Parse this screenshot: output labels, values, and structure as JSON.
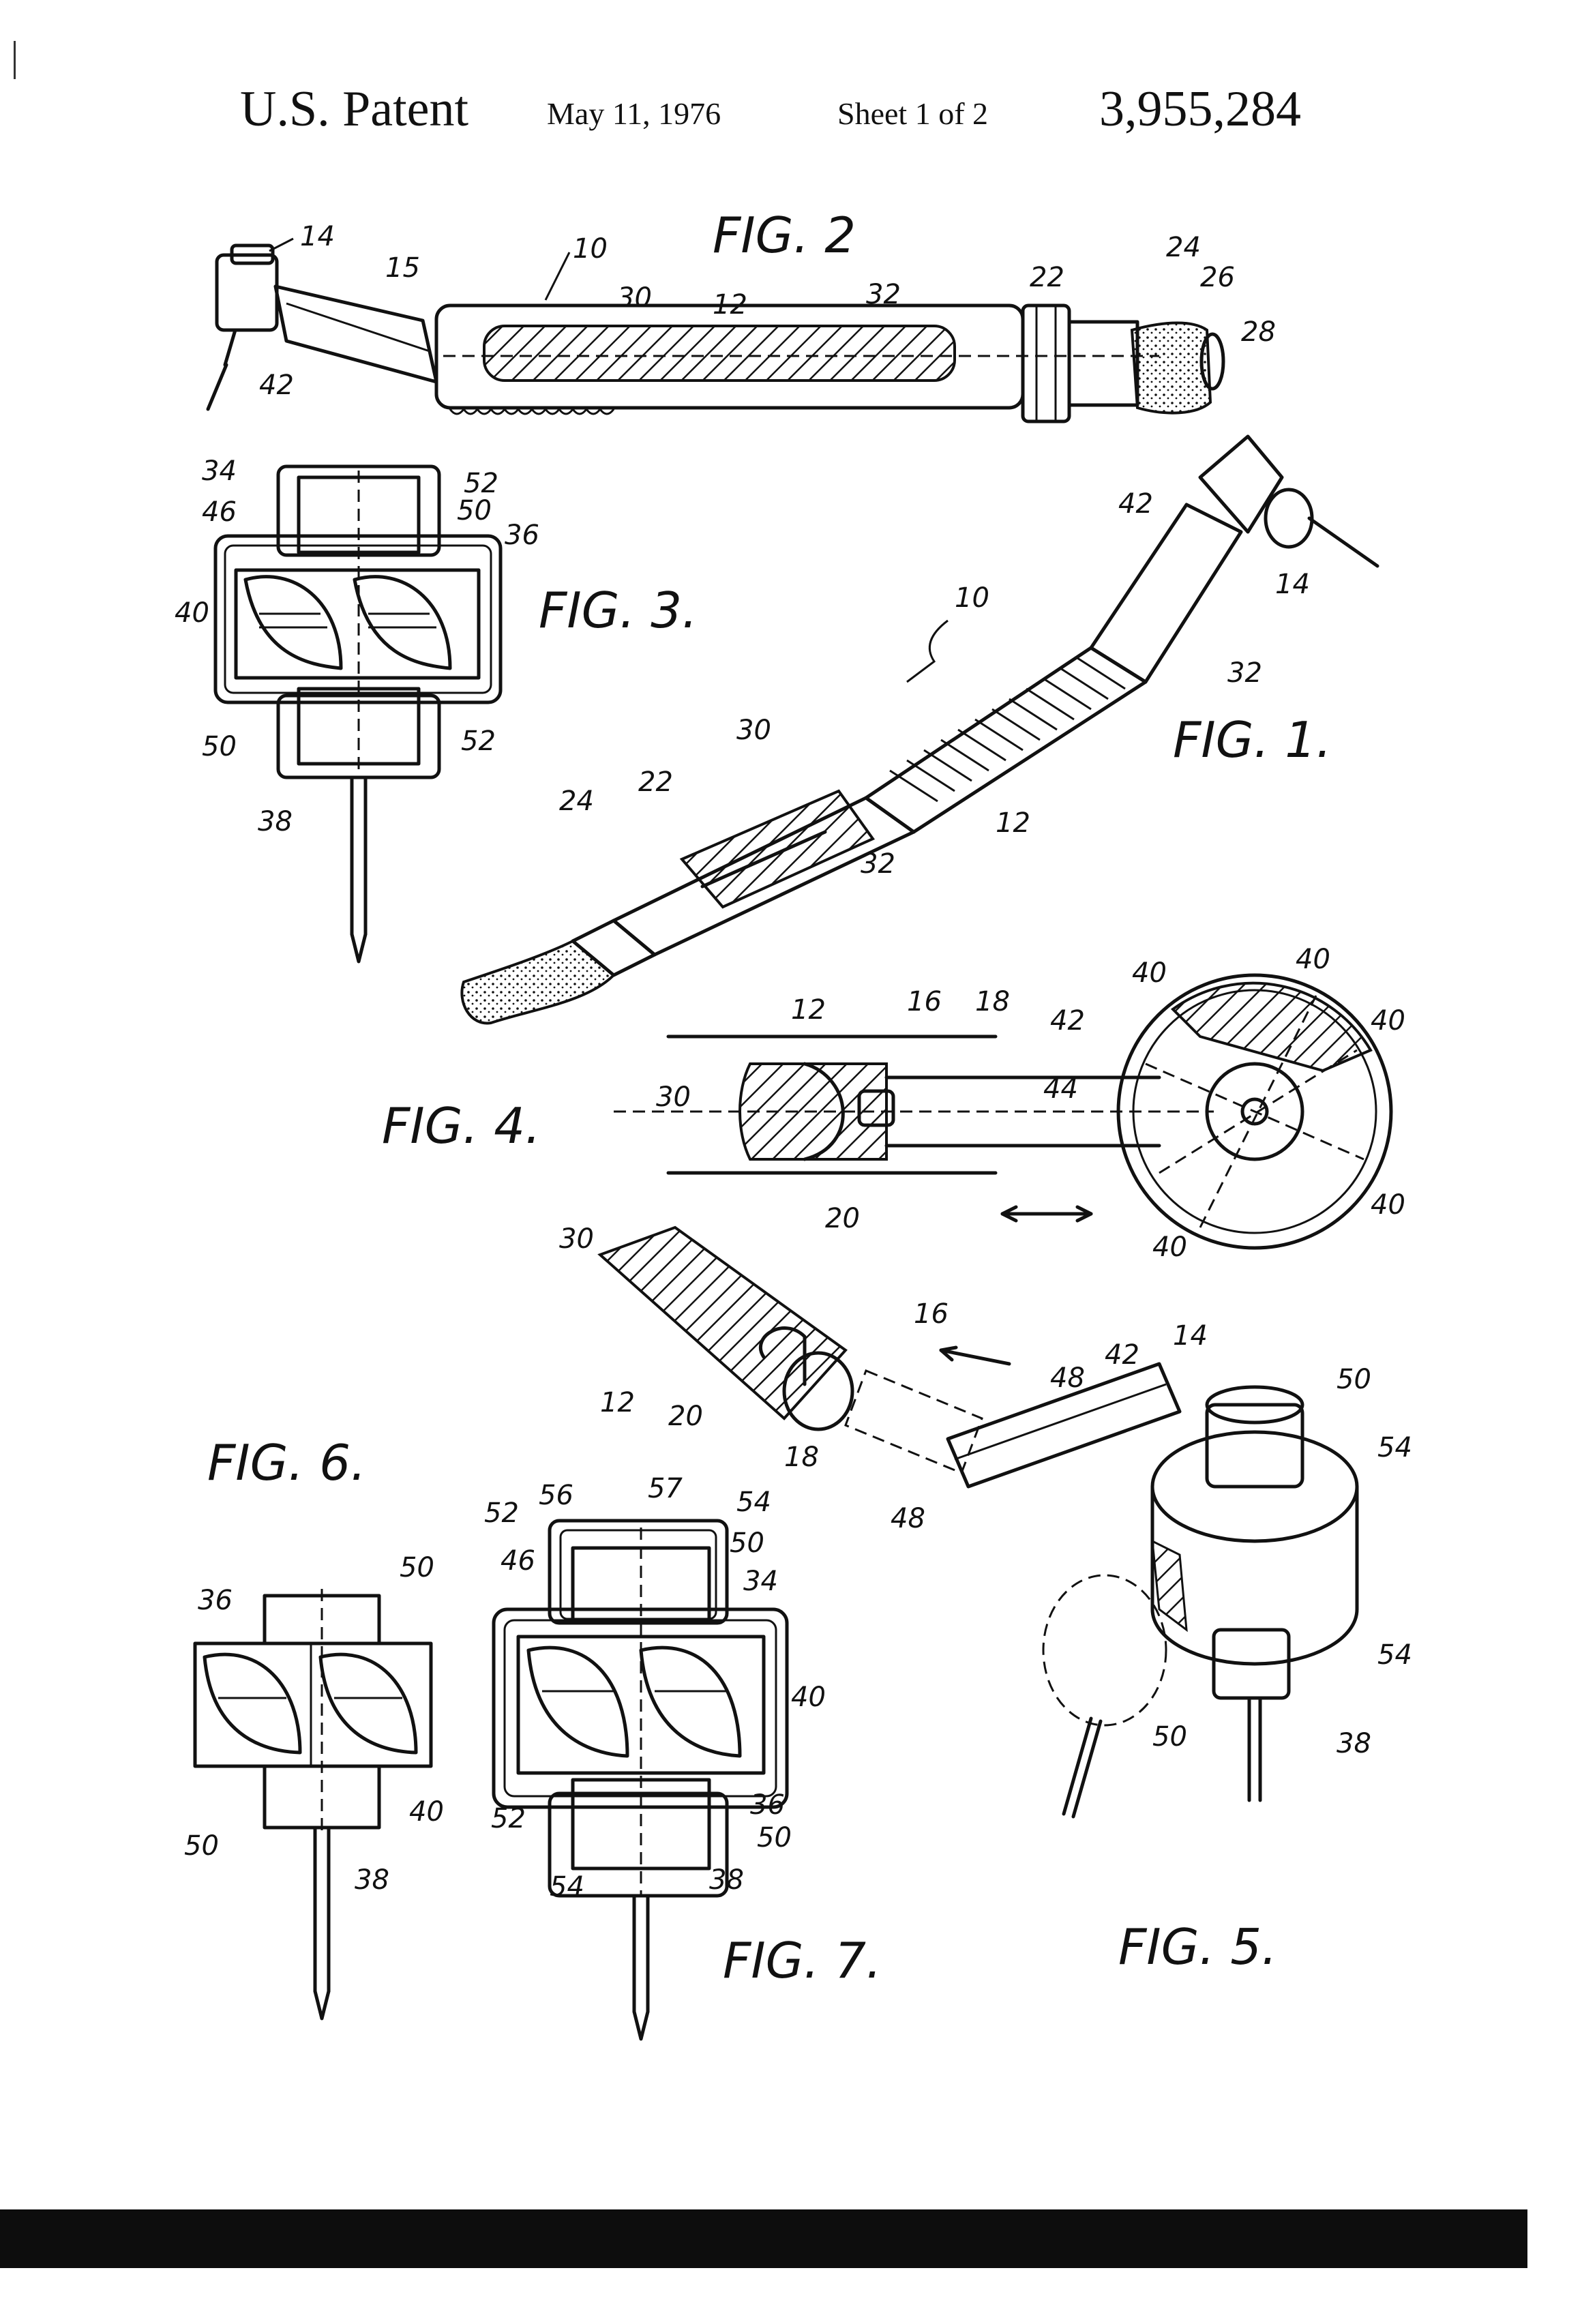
{
  "header": {
    "title": "U.S. Patent",
    "date": "May 11, 1976",
    "sheet": "Sheet 1 of 2",
    "patent_number": "3,955,284"
  },
  "figures": {
    "fig1": "FIG. 1.",
    "fig2": "FIG. 2",
    "fig3": "FIG. 3.",
    "fig4": "FIG. 4.",
    "fig5": "FIG. 5.",
    "fig6": "FIG. 6.",
    "fig7": "FIG. 7."
  },
  "refs": {
    "r10": "10",
    "r12": "12",
    "r14": "14",
    "r15": "15",
    "r16": "16",
    "r18": "18",
    "r20": "20",
    "r22": "22",
    "r24": "24",
    "r26": "26",
    "r28": "28",
    "r30": "30",
    "r32": "32",
    "r34": "34",
    "r36": "36",
    "r38": "38",
    "r40": "40",
    "r42": "42",
    "r44": "44",
    "r46": "46",
    "r48": "48",
    "r50": "50",
    "r52": "52",
    "r54": "54",
    "r56": "56",
    "r57": "57"
  }
}
